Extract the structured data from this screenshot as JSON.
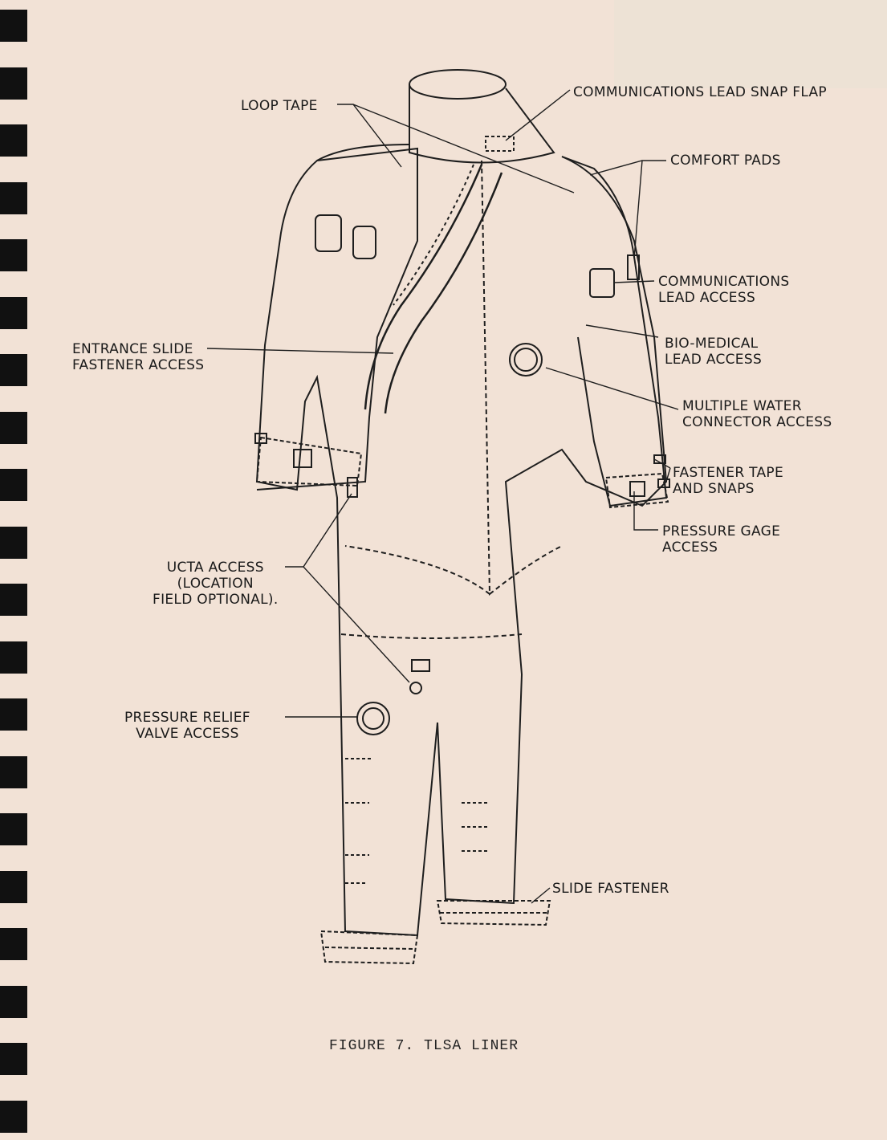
{
  "figure": {
    "caption": "FIGURE 7.   TLSA LINER",
    "labels": {
      "loop_tape": [
        "LOOP TAPE"
      ],
      "comm_snap_flap": [
        "COMMUNICATIONS LEAD SNAP FLAP"
      ],
      "comfort_pads": [
        "COMFORT PADS"
      ],
      "comm_lead_access": [
        "COMMUNICATIONS",
        "LEAD ACCESS"
      ],
      "bio_medical": [
        "BIO-MEDICAL",
        "LEAD ACCESS"
      ],
      "entrance_slide": [
        "ENTRANCE SLIDE",
        "FASTENER ACCESS"
      ],
      "water_connector": [
        "MULTIPLE WATER",
        "CONNECTOR ACCESS"
      ],
      "fastener_tape": [
        "FASTENER TAPE",
        "AND SNAPS"
      ],
      "pressure_gage": [
        "PRESSURE GAGE",
        "ACCESS"
      ],
      "ucta_access": [
        "UCTA ACCESS",
        "(LOCATION",
        "FIELD OPTIONAL)."
      ],
      "pressure_relief": [
        "PRESSURE RELIEF",
        "VALVE ACCESS"
      ],
      "slide_fastener": [
        "SLIDE FASTENER"
      ]
    }
  }
}
